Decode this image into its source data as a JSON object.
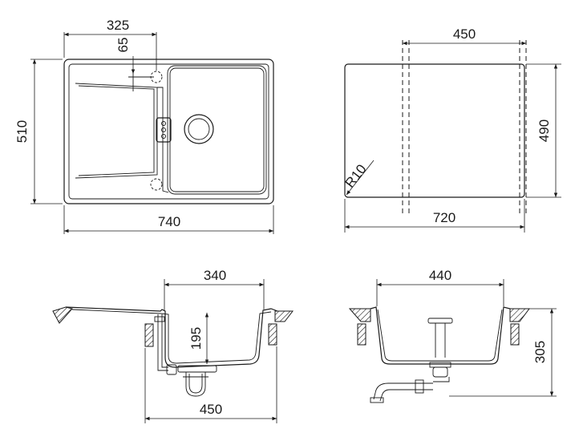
{
  "dimensions": {
    "top_view": {
      "bowl_offset": "325",
      "drainer_offset": "65",
      "overall_depth": "510",
      "overall_width": "740"
    },
    "cutout_view": {
      "bracket_spacing": "450",
      "cutout_depth": "490",
      "corner_radius": "R10",
      "cutout_width": "720"
    },
    "side_section": {
      "bowl_width": "340",
      "bowl_depth": "195",
      "drain_offset": "450"
    },
    "front_section": {
      "bowl_width": "440",
      "overall_height": "305"
    }
  }
}
